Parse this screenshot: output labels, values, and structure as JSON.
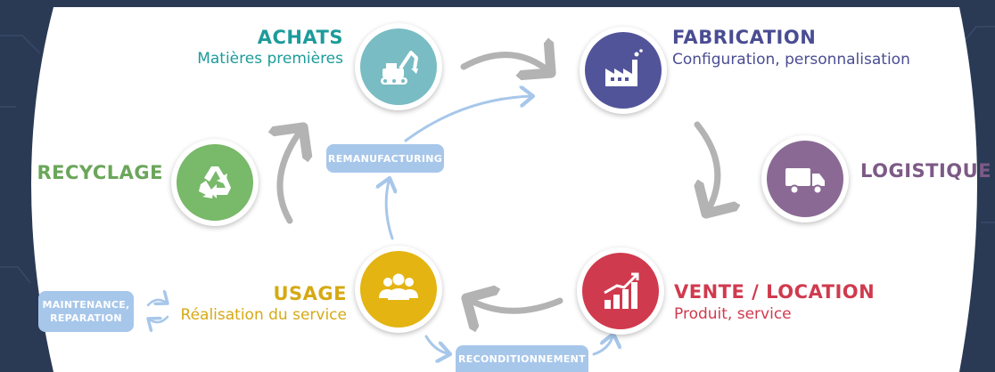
{
  "colors": {
    "background": "#2a3a55",
    "panel": "#ffffff",
    "achats": "#79bcc4",
    "fabrication": "#52549a",
    "logistique": "#8a6a94",
    "vente": "#d03a4e",
    "usage": "#e3b412",
    "recyclage": "#78b96a",
    "cycle_arrow": "#b3b3b3",
    "service_pill": "#a7c7ea"
  },
  "stages": {
    "achats": {
      "title": "ACHATS",
      "subtitle": "Matières premières",
      "icon": "excavator-icon",
      "title_color": "#1d9b9b"
    },
    "fabrication": {
      "title": "FABRICATION",
      "subtitle": "Configuration, personnalisation",
      "icon": "factory-icon",
      "title_color": "#4a4d92"
    },
    "logistique": {
      "title": "LOGISTIQUE",
      "icon": "truck-icon",
      "title_color": "#7c5a86"
    },
    "vente": {
      "title": "VENTE / LOCATION",
      "subtitle": "Produit, service",
      "icon": "growth-chart-icon",
      "title_color": "#d03a4e"
    },
    "usage": {
      "title": "USAGE",
      "subtitle": "Réalisation du service",
      "icon": "people-group-icon",
      "title_color": "#d6a914"
    },
    "recyclage": {
      "title": "RECYCLAGE",
      "icon": "recycle-icon",
      "title_color": "#6aa65a"
    }
  },
  "loops": {
    "remanufacturing": "REMANUFACTURING",
    "reconditionnement": "RECONDITIONNEMENT",
    "maintenance_line1": "MAINTENANCE,",
    "maintenance_line2": "REPARATION"
  }
}
